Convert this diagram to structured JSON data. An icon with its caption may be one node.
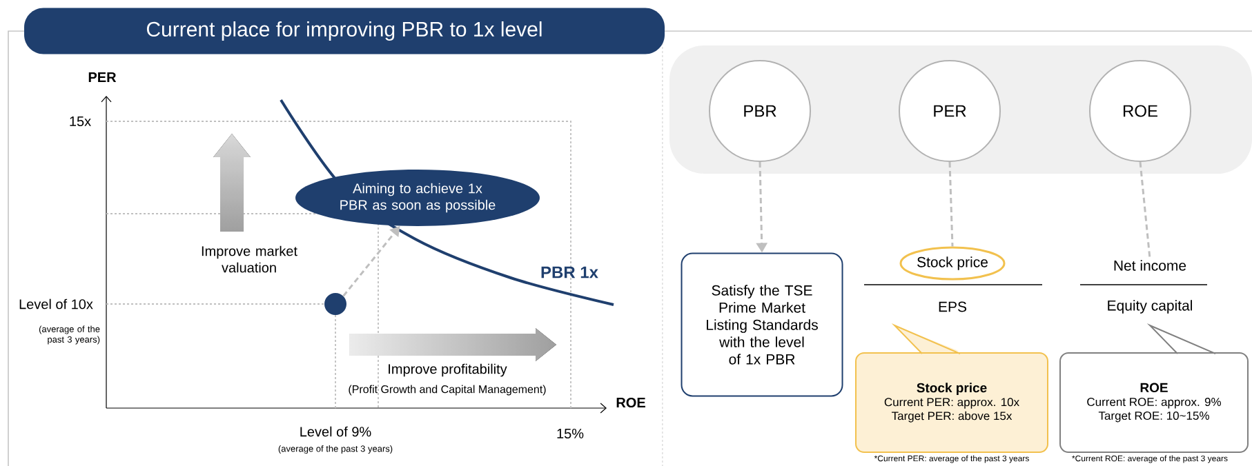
{
  "diagram": {
    "title": "Current place for improving PBR to 1x level",
    "nodes": [
      {
        "text": [
          "Aiming to achieve 1x PBR as soon as possible"
        ]
      },
      {
        "text": [],
        "shape": "circle"
      },
      {
        "text": [],
        "shape": "box"
      },
      {
        "text": [
          "PBR"
        ],
        "in": 2
      },
      {
        "text": [
          "PER"
        ],
        "in": 2
      },
      {
        "text": [
          "ROE"
        ],
        "in": 2
      },
      {
        "text": [
          "Satisfy the TSE Prime Market Listing Standards with the level of 1x PBR"
        ]
      },
      {
        "text": [
          "Stock price"
        ]
      },
      {
        "text": [
          "Net income"
        ]
      },
      {
        "text": [
          "Stock price",
          "Current PER: approx. 10x",
          "Target PER: above   15x"
        ],
        "beside": [
          "*Current PER: average of the past 3 years"
        ]
      },
      {
        "text": [
          "ROE",
          "Current ROE: approx. 9%",
          "Target ROE: 10~15%"
        ],
        "beside": [
          "*Current ROE: average of the past 3 years"
        ]
      }
    ],
    "edges": [
      {
        "from": 1,
        "to": 0,
        "arrow": "to",
        "style": "dashed"
      },
      {
        "from": 3,
        "to": 6,
        "arrow": "to",
        "style": "dashed"
      },
      {
        "from": 4,
        "to": 7,
        "arrow": "none",
        "style": "dashed"
      },
      {
        "from": 5,
        "to": 8,
        "arrow": "none",
        "style": "dashed"
      }
    ],
    "labels": [
      "PER",
      "15x",
      "Level of 10x",
      "(average of the past 3 years)",
      "Improve market valuation",
      "PBR 1x",
      "Improve profitability",
      "(Profit Growth and Capital Management)",
      "ROE",
      "Level of 9%",
      "(average of the past 3 years)",
      "15%",
      "EPS",
      "Equity capital"
    ]
  }
}
